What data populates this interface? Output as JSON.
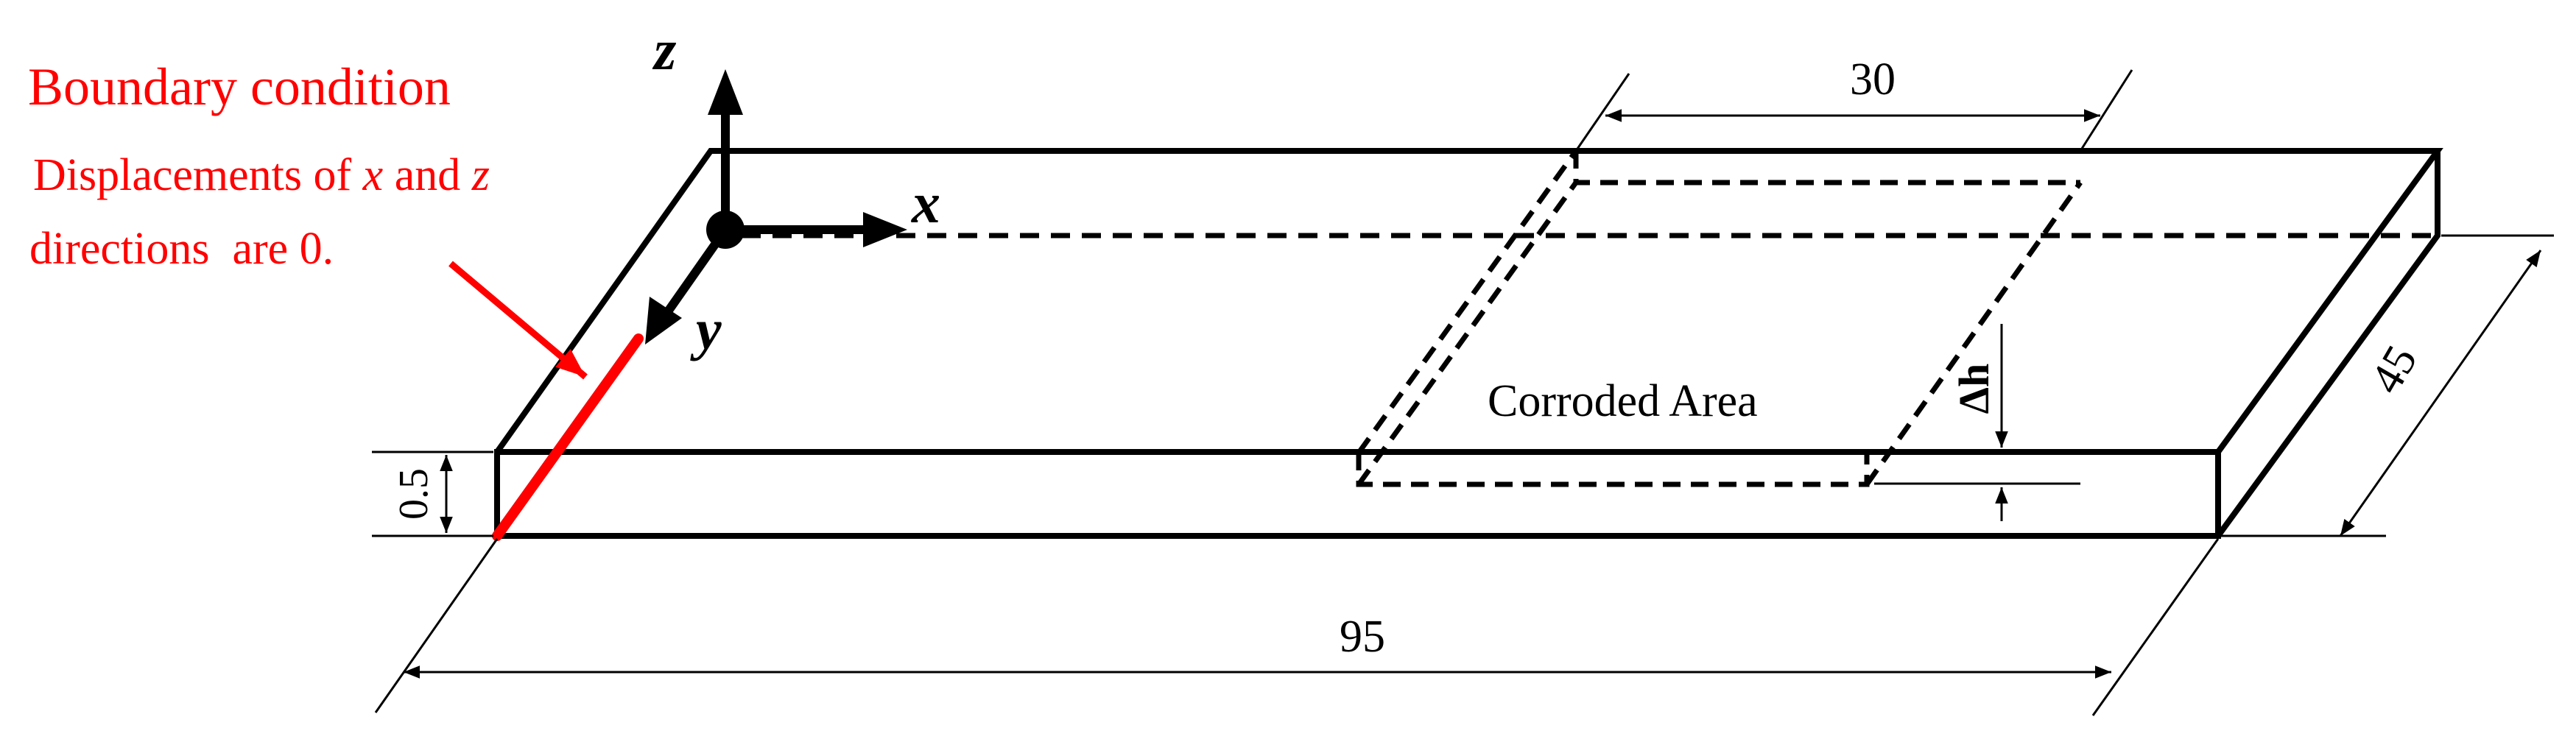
{
  "annotation": {
    "title": "Boundary condition",
    "line1_prefix": "Displacements of ",
    "var_x": "x",
    "line1_mid": " and ",
    "var_z": "z",
    "line2": "directions  are 0."
  },
  "axes": {
    "x": "x",
    "y": "y",
    "z": "z"
  },
  "region_label": "Corroded Area",
  "depth_label": "Δh",
  "dimensions": {
    "length": "95",
    "width": "45",
    "thickness": "0.5",
    "corroded_width": "30"
  },
  "colors": {
    "line": "#000000",
    "boundary": "#ff0000"
  }
}
